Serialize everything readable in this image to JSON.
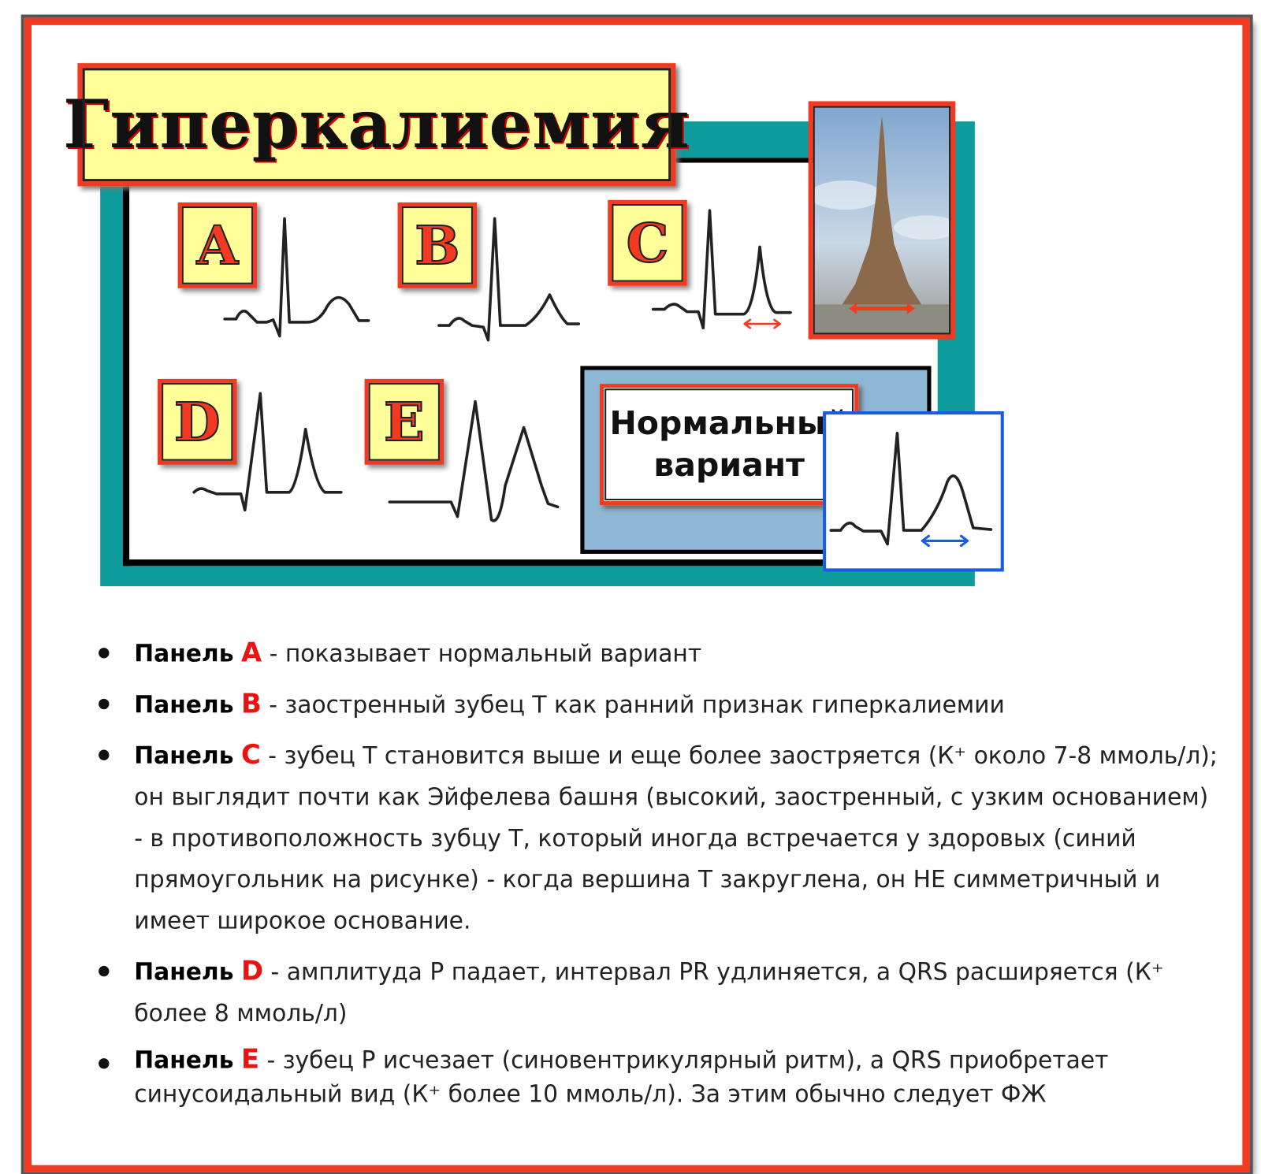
{
  "title": "Гиперкалиемия",
  "panels": [
    {
      "letter": "A"
    },
    {
      "letter": "B"
    },
    {
      "letter": "C"
    },
    {
      "letter": "D"
    },
    {
      "letter": "E"
    }
  ],
  "normal_variant": {
    "line1": "Нормальный",
    "line2": "вариант"
  },
  "photo": "eiffel-tower-photo",
  "colors": {
    "frame": "#f23a22",
    "label_fill": "#ffff99",
    "teal": "#0d9b9b",
    "blue_box": "#1a5be0",
    "normal_bg": "#8fb8d6"
  },
  "bullets": [
    {
      "label": "Панель",
      "letter": "A",
      "text": " - показывает нормальный вариант"
    },
    {
      "label": "Панель",
      "letter": "B",
      "text": " - заостренный зубец Т как ранний признак гиперкалиемии"
    },
    {
      "label": "Панель",
      "letter": "C",
      "text": " - зубец Т становится выше и еще более заостряется (К⁺ около 7-8 ммоль/л); он выглядит почти как Эйфелева башня (высокий, заостренный, с узким основанием) - в противоположность зубцу Т, который иногда встречается у здоровых (синий прямоугольник на рисунке) - когда вершина Т закруглена, он НЕ симметричный и имеет широкое основание."
    },
    {
      "label": "Панель",
      "letter": "D",
      "text": " - амплитуда Р падает, интервал PR удлиняется, а QRS расширяется (К⁺ более 8 ммоль/л)"
    },
    {
      "label": "Панель",
      "letter": "E",
      "text": " - зубец Р исчезает (синовентрикулярный ритм), а QRS приобретает синусоидальный вид (К⁺ более 10 ммоль/л). За этим обычно следует ФЖ"
    }
  ]
}
